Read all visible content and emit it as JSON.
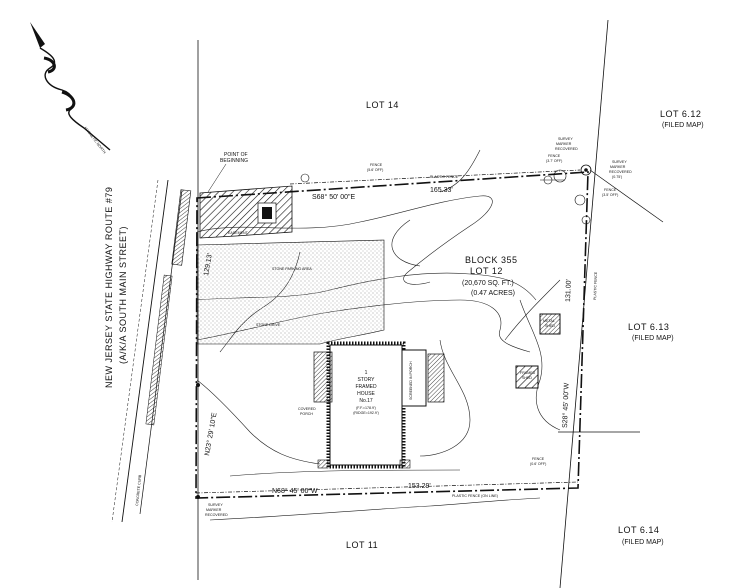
{
  "labels": {
    "lot14": "LOT 14",
    "lot612": "LOT 6.12",
    "lot612_sub": "(FILED MAP)",
    "lot613": "LOT 6.13",
    "lot613_sub": "(FILED MAP)",
    "lot614": "LOT 6.14",
    "lot614_sub": "(FILED MAP)",
    "lot11": "LOT 11",
    "block": "BLOCK 355",
    "lot12": "LOT 12",
    "area_sqft": "(20,670 SQ. FT.)",
    "area_acres": "(0.47 ACRES)",
    "road_line1": "NEW JERSEY STATE HIGHWAY ROUTE #79",
    "road_line2": "(A/K/A SOUTH MAIN STREET)",
    "house": [
      "1",
      "STORY",
      "FRAMED",
      "HOUSE",
      "No.17"
    ],
    "house_ff": "(F.F.=178.9')",
    "house_ridge": "(RIDGE=192.9')",
    "point_of_beginning": [
      "POINT OF",
      "BEGINNING"
    ],
    "easement": "EASEMENT",
    "stone_parking": "STONE PARKING AREA",
    "stone_drive": "STONE DRIVE",
    "covered_porch": [
      "COVERED",
      "PORCH"
    ],
    "screened_porch": "SCREENED IN PORCH",
    "framed_shed": [
      "FRAMED",
      "SHED"
    ],
    "metal_shed": [
      "METAL",
      "SHED"
    ],
    "plastic_fence_top": "PLASTIC FENCE",
    "plastic_fence_bottom": "PLASTIC FENCE (ON LINE)",
    "fence_56": [
      "FENCE",
      "(5.6' OFF)"
    ],
    "fence_37": [
      "FENCE",
      "(3.7' OFF)"
    ],
    "fence_35": [
      "FENCE",
      "(3.5' OFF)"
    ],
    "fence_06": [
      "FENCE",
      "(0.6' OFF)"
    ],
    "survey_marker": [
      "SURVEY",
      "MARKER",
      "RECOVERED"
    ],
    "survey_marker_sub": "(0.75')",
    "concrete_curb": "CONCRETE CURB",
    "bearing_north": "S68° 50' 00\"E",
    "distance_north": "165.33'",
    "bearing_east": "S28° 45' 00\"W",
    "distance_east": "131.00'",
    "bearing_south": "N68° 45' 00\"W",
    "distance_south": "153.29'",
    "bearing_west": "N23° 29' 10\"E",
    "distance_west": "129.13'",
    "north_arrow_text": "MAGNETIC NORTH"
  },
  "colors": {
    "ink": "#111111",
    "paper": "#ffffff",
    "stipple": "#8a8a8a"
  }
}
